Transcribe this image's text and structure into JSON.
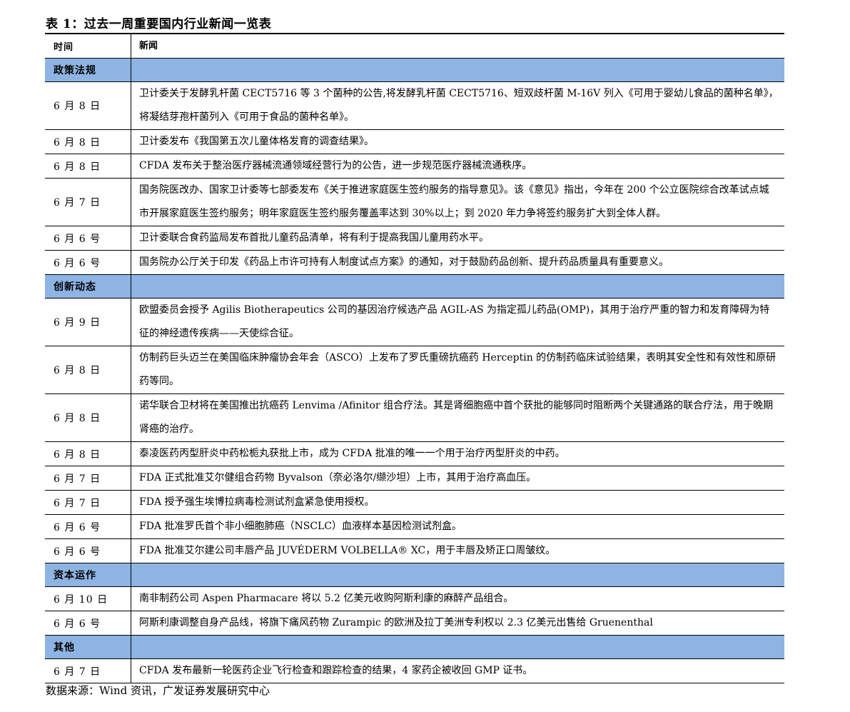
{
  "title": "表 1：过去一周重要国内行业新闻一览表",
  "header": {
    "date": "时间",
    "news": "新闻"
  },
  "sections": [
    {
      "category": "政策法规",
      "rows": [
        {
          "date": "6 月 8 日",
          "text": "卫计委关于发酵乳杆菌 CECT5716 等 3 个菌种的公告,将发酵乳杆菌 CECT5716、短双歧杆菌 M-16V 列入《可用于婴幼儿食品的菌种名单》，将凝结芽孢杆菌列入《可用于食品的菌种名单》。"
        },
        {
          "date": "6 月 8 日",
          "text": "卫计委发布《我国第五次儿童体格发育的调查结果》。"
        },
        {
          "date": "6 月 8 日",
          "text": "CFDA 发布关于整治医疗器械流通领域经营行为的公告，进一步规范医疗器械流通秩序。"
        },
        {
          "date": "6 月 7 日",
          "text": "国务院医改办、国家卫计委等七部委发布《关于推进家庭医生签约服务的指导意见》。该《意见》指出，今年在 200 个公立医院综合改革试点城市开展家庭医生签约服务；明年家庭医生签约服务覆盖率达到 30%以上；到 2020 年力争将签约服务扩大到全体人群。"
        },
        {
          "date": "6 月 6 号",
          "text": "卫计委联合食药监局发布首批儿童药品清单，将有利于提高我国儿童用药水平。"
        },
        {
          "date": "6 月 6 号",
          "text": "国务院办公厅关于印发《药品上市许可持有人制度试点方案》的通知，对于鼓励药品创新、提升药品质量具有重要意义。"
        }
      ]
    },
    {
      "category": "创新动态",
      "rows": [
        {
          "date": "6 月 9 日",
          "text": "欧盟委员会授予 Agilis Biotherapeutics 公司的基因治疗候选产品 AGIL-AS 为指定孤儿药品(OMP)，其用于治疗严重的智力和发育障碍为特征的神经遗传疾病——天使综合征。"
        },
        {
          "date": "6 月 8 日",
          "text": "仿制药巨头迈兰在美国临床肿瘤协会年会（ASCO）上发布了罗氏重磅抗癌药 Herceptin 的仿制药临床试验结果，表明其安全性和有效性和原研药等同。"
        },
        {
          "date": "6 月 8 日",
          "text": "诺华联合卫材将在美国推出抗癌药 Lenvima /Afinitor 组合疗法。其是肾细胞癌中首个获批的能够同时阻断两个关键通路的联合疗法，用于晚期肾癌的治疗。"
        },
        {
          "date": "6 月 8 日",
          "text": "泰凌医药丙型肝炎中药松栀丸获批上市，成为 CFDA 批准的唯一一个用于治疗丙型肝炎的中药。"
        },
        {
          "date": "6 月 7 日",
          "text": "FDA 正式批准艾尔健组合药物 Byvalson（奈必洛尔/缬沙坦）上市，其用于治疗高血压。"
        },
        {
          "date": "6 月 7 日",
          "text": "FDA 授予强生埃博拉病毒检测试剂盒紧急使用授权。"
        },
        {
          "date": "6 月 6 号",
          "text": "FDA 批准罗氏首个非小细胞肺癌（NSCLC）血液样本基因检测试剂盒。"
        },
        {
          "date": "6 月 6 号",
          "text": "FDA 批准艾尔建公司丰唇产品 JUVÉDERM VOLBELLA® XC，用于丰唇及矫正口周皱纹。"
        }
      ]
    },
    {
      "category": "资本运作",
      "rows": [
        {
          "date": "6 月 10 日",
          "text": "南非制药公司 Aspen Pharmacare 将以 5.2 亿美元收购阿斯利康的麻醉产品组合。"
        },
        {
          "date": "6 月 6 号",
          "text": "阿斯利康调整自身产品线，将旗下痛风药物 Zurampic 的欧洲及拉丁美洲专利权以 2.3 亿美元出售给 Gruenenthal"
        }
      ]
    },
    {
      "category": "其他",
      "rows": [
        {
          "date": "6 月 7 日",
          "text": "CFDA 发布最新一轮医药企业飞行检查和跟踪检查的结果，4 家药企被收回 GMP 证书。"
        }
      ]
    }
  ],
  "source": "数据来源：Wind 资讯，广发证券发展研究中心",
  "colors": {
    "category_bg": "#8eb4e3",
    "rule": "#000000"
  }
}
